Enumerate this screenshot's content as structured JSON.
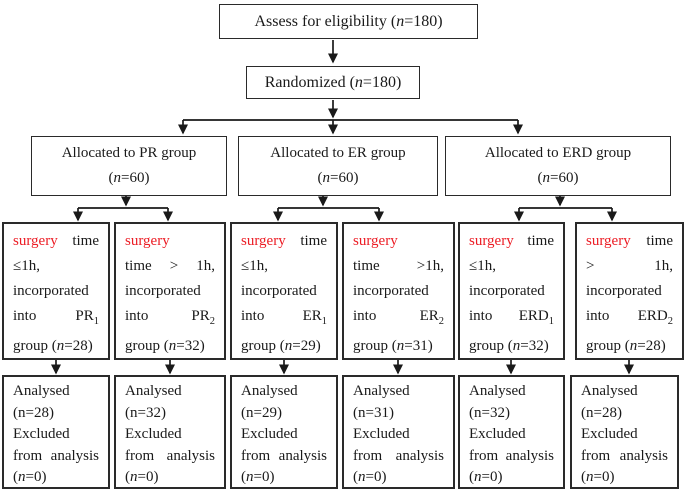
{
  "palette": {
    "accent_red": "#ec1c24",
    "ink": "#1a1a1a",
    "box_border": "#2a2a2a",
    "background": "#ffffff"
  },
  "diagram": {
    "assess": {
      "lines": [
        [
          {
            "t": "Assess for eligibility ("
          },
          {
            "t": "n",
            "s": "i"
          },
          {
            "t": "=180)"
          }
        ]
      ]
    },
    "randomized": {
      "lines": [
        [
          {
            "t": "Randomized ("
          },
          {
            "t": "n",
            "s": "i"
          },
          {
            "t": "=180)"
          }
        ]
      ]
    },
    "allocations": [
      {
        "lines": [
          [
            {
              "t": "Allocated to PR group"
            }
          ],
          [
            {
              "t": "("
            },
            {
              "t": "n",
              "s": "i"
            },
            {
              "t": "=60)"
            }
          ]
        ]
      },
      {
        "lines": [
          [
            {
              "t": "Allocated to ER group"
            }
          ],
          [
            {
              "t": "("
            },
            {
              "t": "n",
              "s": "i"
            },
            {
              "t": "=60)"
            }
          ]
        ]
      },
      {
        "lines": [
          [
            {
              "t": "Allocated to ERD group"
            }
          ],
          [
            {
              "t": "("
            },
            {
              "t": "n",
              "s": "i"
            },
            {
              "t": "=60)"
            }
          ]
        ]
      }
    ],
    "surgery": [
      {
        "lines": [
          [
            {
              "t": "surgery",
              "s": "red"
            },
            {
              "t": " time"
            }
          ],
          [
            {
              "t": "≤1h,"
            }
          ],
          [
            {
              "t": "incorporated"
            }
          ],
          [
            {
              "t": "into PR"
            },
            {
              "t": "1",
              "s": "sub"
            }
          ],
          [
            {
              "t": "group ("
            },
            {
              "t": "n",
              "s": "i"
            },
            {
              "t": "=28)"
            }
          ]
        ]
      },
      {
        "lines": [
          [
            {
              "t": "surgery",
              "s": "red"
            }
          ],
          [
            {
              "t": "time > 1h,"
            }
          ],
          [
            {
              "t": "incorporated"
            }
          ],
          [
            {
              "t": "into PR"
            },
            {
              "t": "2",
              "s": "sub"
            }
          ],
          [
            {
              "t": "group ("
            },
            {
              "t": "n",
              "s": "i"
            },
            {
              "t": "=32)"
            }
          ]
        ]
      },
      {
        "lines": [
          [
            {
              "t": "surgery",
              "s": "red"
            },
            {
              "t": " time"
            }
          ],
          [
            {
              "t": "≤1h,"
            }
          ],
          [
            {
              "t": "incorporated"
            }
          ],
          [
            {
              "t": "into ER"
            },
            {
              "t": "1",
              "s": "sub"
            }
          ],
          [
            {
              "t": "group ("
            },
            {
              "t": "n",
              "s": "i"
            },
            {
              "t": "=29)"
            }
          ]
        ]
      },
      {
        "lines": [
          [
            {
              "t": "surgery",
              "s": "red"
            }
          ],
          [
            {
              "t": "time >1h,"
            }
          ],
          [
            {
              "t": "incorporated"
            }
          ],
          [
            {
              "t": "into ER"
            },
            {
              "t": "2",
              "s": "sub"
            }
          ],
          [
            {
              "t": "group ("
            },
            {
              "t": "n",
              "s": "i"
            },
            {
              "t": "=31)"
            }
          ]
        ]
      },
      {
        "lines": [
          [
            {
              "t": "surgery",
              "s": "red"
            },
            {
              "t": " time"
            }
          ],
          [
            {
              "t": "≤1h,"
            }
          ],
          [
            {
              "t": "incorporated"
            }
          ],
          [
            {
              "t": "into ERD"
            },
            {
              "t": "1",
              "s": "sub"
            }
          ],
          [
            {
              "t": "group ("
            },
            {
              "t": "n",
              "s": "i"
            },
            {
              "t": "=32)"
            }
          ]
        ]
      },
      {
        "lines": [
          [
            {
              "t": "surgery",
              "s": "red"
            },
            {
              "t": " time"
            }
          ],
          [
            {
              "t": "> 1h,"
            }
          ],
          [
            {
              "t": "incorporated"
            }
          ],
          [
            {
              "t": "into ERD"
            },
            {
              "t": "2",
              "s": "sub"
            }
          ],
          [
            {
              "t": "group ("
            },
            {
              "t": "n",
              "s": "i"
            },
            {
              "t": "=28)"
            }
          ]
        ]
      }
    ],
    "analysed": [
      {
        "lines": [
          [
            {
              "t": "Analysed"
            }
          ],
          [
            {
              "t": "(n=28)"
            }
          ],
          [
            {
              "t": "Excluded"
            }
          ],
          [
            {
              "t": "from analysis"
            }
          ],
          [
            {
              "t": "("
            },
            {
              "t": "n",
              "s": "i"
            },
            {
              "t": "=0)"
            }
          ]
        ]
      },
      {
        "lines": [
          [
            {
              "t": "Analysed"
            }
          ],
          [
            {
              "t": "(n=32)"
            }
          ],
          [
            {
              "t": "Excluded"
            }
          ],
          [
            {
              "t": "from analysis"
            }
          ],
          [
            {
              "t": "("
            },
            {
              "t": "n",
              "s": "i"
            },
            {
              "t": "=0)"
            }
          ]
        ]
      },
      {
        "lines": [
          [
            {
              "t": "Analysed"
            }
          ],
          [
            {
              "t": "(n=29)"
            }
          ],
          [
            {
              "t": "Excluded"
            }
          ],
          [
            {
              "t": "from analysis"
            }
          ],
          [
            {
              "t": "("
            },
            {
              "t": "n",
              "s": "i"
            },
            {
              "t": "=0)"
            }
          ]
        ]
      },
      {
        "lines": [
          [
            {
              "t": "Analysed"
            }
          ],
          [
            {
              "t": "(n=31)"
            }
          ],
          [
            {
              "t": "Excluded"
            }
          ],
          [
            {
              "t": "from analysis"
            }
          ],
          [
            {
              "t": "("
            },
            {
              "t": "n",
              "s": "i"
            },
            {
              "t": "=0)"
            }
          ]
        ]
      },
      {
        "lines": [
          [
            {
              "t": "Analysed"
            }
          ],
          [
            {
              "t": "(n=32)"
            }
          ],
          [
            {
              "t": "Excluded"
            }
          ],
          [
            {
              "t": "from analysis"
            }
          ],
          [
            {
              "t": "("
            },
            {
              "t": "n",
              "s": "i"
            },
            {
              "t": "=0)"
            }
          ]
        ]
      },
      {
        "lines": [
          [
            {
              "t": "Analysed"
            }
          ],
          [
            {
              "t": "(n=28)"
            }
          ],
          [
            {
              "t": "Excluded"
            }
          ],
          [
            {
              "t": "from analysis"
            }
          ],
          [
            {
              "t": "("
            },
            {
              "t": "n",
              "s": "i"
            },
            {
              "t": "=0)"
            }
          ]
        ]
      }
    ]
  }
}
